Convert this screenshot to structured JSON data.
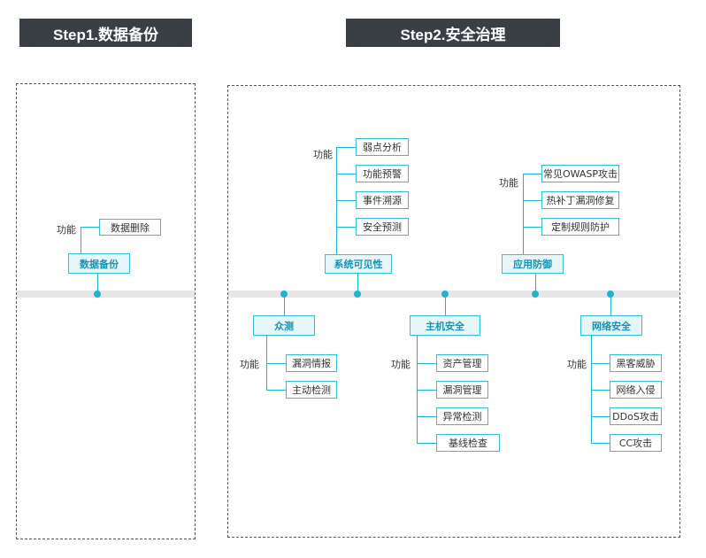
{
  "step1": {
    "title": "Step1.数据备份",
    "group": {
      "category": "数据备份",
      "func_label": "功能",
      "items": [
        "数据删除"
      ]
    }
  },
  "step2": {
    "title": "Step2.安全治理",
    "top_groups": [
      {
        "category": "系统可见性",
        "func_label": "功能",
        "items": [
          "弱点分析",
          "功能预警",
          "事件溯源",
          "安全预测"
        ]
      },
      {
        "category": "应用防御",
        "func_label": "功能",
        "items": [
          "常见OWASP攻击",
          "热补丁漏洞修复",
          "定制规则防护"
        ]
      }
    ],
    "bottom_groups": [
      {
        "category": "众测",
        "func_label": "功能",
        "items": [
          "漏洞情报",
          "主动检测"
        ]
      },
      {
        "category": "主机安全",
        "func_label": "功能",
        "items": [
          "资产管理",
          "漏洞管理",
          "异常检测",
          "基线检查"
        ]
      },
      {
        "category": "网络安全",
        "func_label": "功能",
        "items": [
          "黑客威胁",
          "网络入侵",
          "DDoS攻击",
          "CC攻击"
        ]
      }
    ]
  },
  "colors": {
    "accent": "#1fb3d2",
    "header_bg": "#3a3f46",
    "category_bg": "#e6f7fb",
    "category_text": "#1592b5",
    "timeline": "#e6e6e6"
  }
}
